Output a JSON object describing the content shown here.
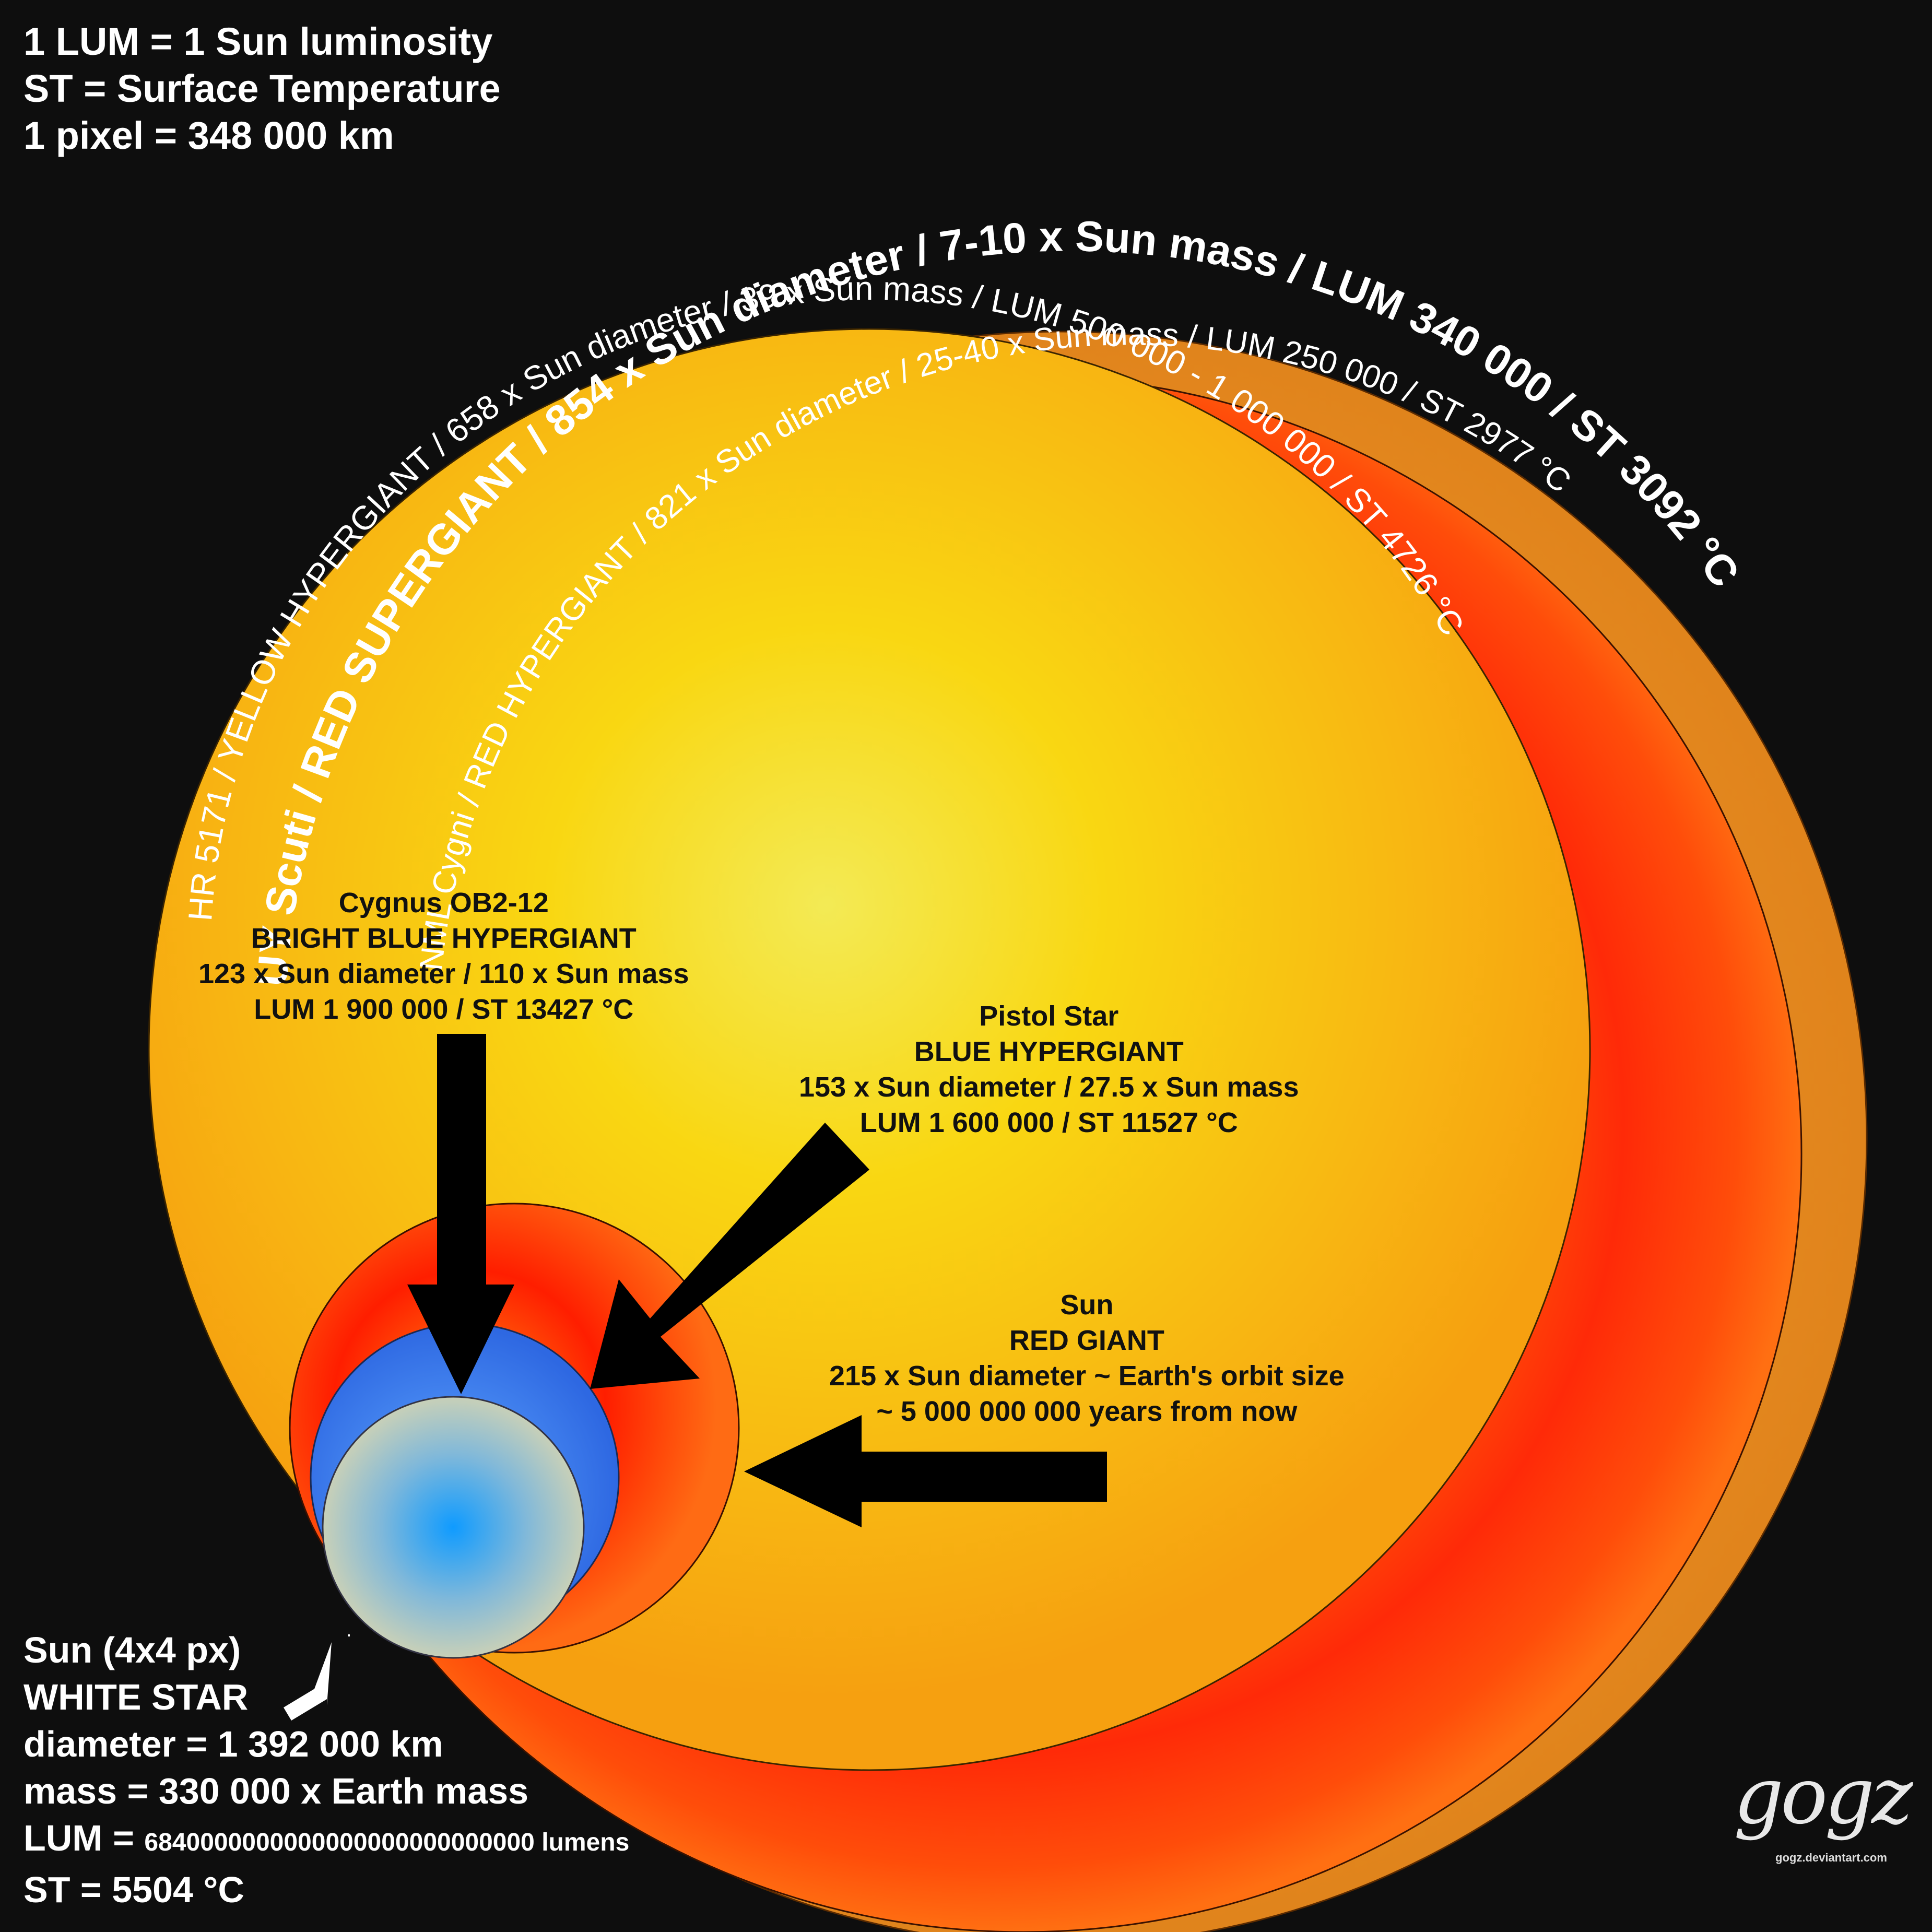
{
  "legend": {
    "lum_def": "1 LUM = 1 Sun luminosity",
    "st_def": "ST = Surface Temperature",
    "scale": "1 pixel = 348 000 km"
  },
  "stars": {
    "uy_scuti": {
      "arc_text": "UY Scuti / RED SUPERGIANT / 854 x Sun diameter / 7-10 x Sun mass / LUM 340 000 / ST 3092 °C",
      "color": "#e08a1e"
    },
    "nml_cygni": {
      "arc_text": "NML Cygni / RED HYPERGIANT / 821 x Sun diameter / 25-40 x Sun mass / LUM 250 000 / ST 2977 °C",
      "color": "#ff3b0a"
    },
    "hr5171": {
      "arc_text": "HR 5171 / YELLOW HYPERGIANT / 658 x Sun diameter / 39 x Sun mass / LUM 500 000 - 1 000 000 / ST 4726 °C",
      "color": "#f7d20e"
    },
    "cygnus": {
      "name": "Cygnus OB2-12",
      "type": "BRIGHT BLUE HYPERGIANT",
      "size_mass": "123 x Sun diameter / 110 x Sun mass",
      "lum_st": "LUM 1 900 000 / ST 13427 °C",
      "color": "#9fc6c6"
    },
    "pistol": {
      "name": "Pistol Star",
      "type": "BLUE HYPERGIANT",
      "size_mass": "153 x Sun diameter / 27.5 x Sun mass",
      "lum_st": "LUM 1 600 000 / ST 11527 °C",
      "color": "#2f6fe6"
    },
    "sun_red_giant": {
      "name": "Sun",
      "type": "RED GIANT",
      "size": "215 x Sun diameter ~ Earth's orbit size",
      "time": "~ 5 000 000 000 years from now",
      "color": "#ff4a0d"
    }
  },
  "sun": {
    "title": "Sun (4x4 px)",
    "type": "WHITE STAR",
    "diameter": "diameter = 1 392 000 km",
    "mass": "mass = 330 000 x Earth mass",
    "lum_prefix": "LUM = ",
    "lum_value": "6840000000000000000000000000 lumens",
    "st": "ST = 5504 °C"
  },
  "signature": {
    "name": "gogz",
    "url": "gogz.deviantart.com"
  }
}
